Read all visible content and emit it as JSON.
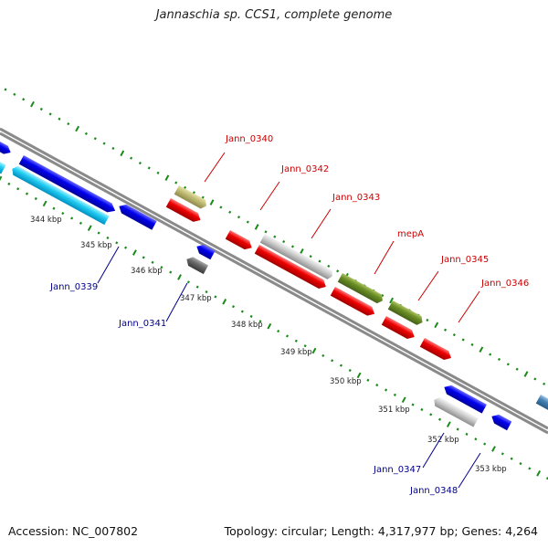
{
  "title": "Jannaschia sp. CCS1, complete genome",
  "footer": {
    "accession": "Accession: NC_007802",
    "summary": "Topology: circular; Length: 4,317,977 bp; Genes: 4,264"
  },
  "colors": {
    "backbone": "#8a8a8a",
    "tick": "#1a8a1a",
    "label_red": "#cc0000",
    "label_blue": "#00008b",
    "scale_text": "#222222"
  },
  "scale_labels": [
    "344 kbp",
    "345 kbp",
    "346 kbp",
    "347 kbp",
    "348 kbp",
    "349 kbp",
    "350 kbp",
    "351 kbp",
    "352 kbp",
    "353 kbp"
  ],
  "labels_top": [
    "Jann_0340",
    "Jann_0342",
    "Jann_0343",
    "mepA",
    "Jann_0345",
    "Jann_0346"
  ],
  "labels_bottom": [
    "Jann_0339",
    "Jann_0341",
    "Jann_0347",
    "Jann_0348"
  ]
}
